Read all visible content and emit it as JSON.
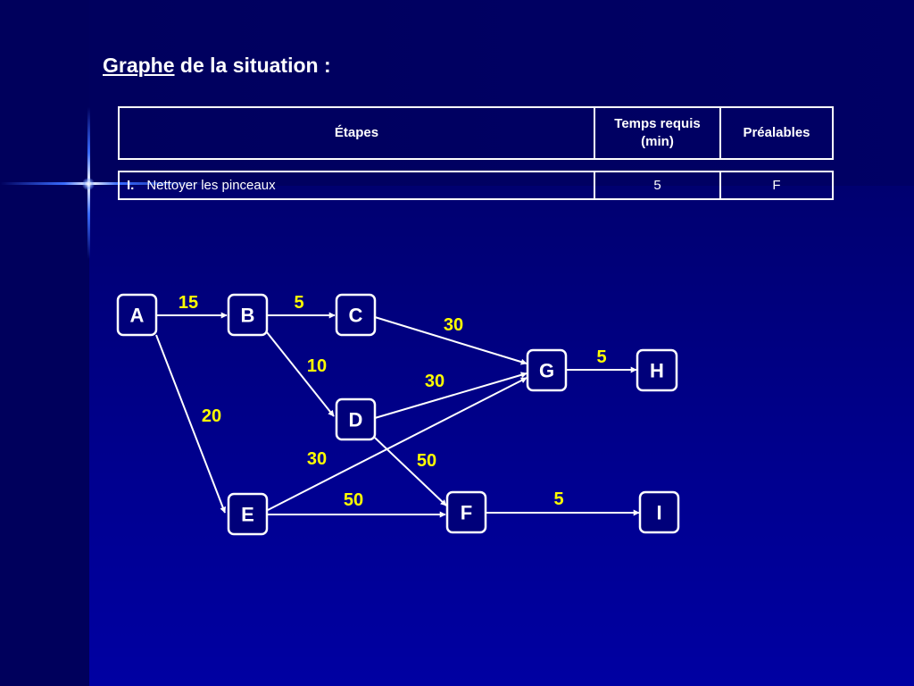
{
  "title": {
    "underlined": "Graphe",
    "rest": " de la situation :"
  },
  "table": {
    "headers": {
      "etapes": "Étapes",
      "temps_line1": "Temps requis",
      "temps_line2": "(min)",
      "prealables": "Préalables"
    },
    "row": {
      "number": "I.",
      "task": "Nettoyer les pinceaux",
      "temps": "5",
      "prealables": "F"
    }
  },
  "colors": {
    "background": "#00007a",
    "node_border": "#ffffff",
    "edge": "#ffffff",
    "edge_label": "#ffff00"
  },
  "graph": {
    "nodes": [
      {
        "id": "A",
        "label": "A"
      },
      {
        "id": "B",
        "label": "B"
      },
      {
        "id": "C",
        "label": "C"
      },
      {
        "id": "D",
        "label": "D"
      },
      {
        "id": "E",
        "label": "E"
      },
      {
        "id": "F",
        "label": "F"
      },
      {
        "id": "G",
        "label": "G"
      },
      {
        "id": "H",
        "label": "H"
      },
      {
        "id": "I",
        "label": "I"
      }
    ],
    "edges": [
      {
        "from": "A",
        "to": "B",
        "weight": "15"
      },
      {
        "from": "A",
        "to": "E",
        "weight": "20"
      },
      {
        "from": "B",
        "to": "C",
        "weight": "5"
      },
      {
        "from": "B",
        "to": "D",
        "weight": "10"
      },
      {
        "from": "C",
        "to": "G",
        "weight": "30"
      },
      {
        "from": "D",
        "to": "G",
        "weight": "30"
      },
      {
        "from": "D",
        "to": "F",
        "weight": "50"
      },
      {
        "from": "E",
        "to": "G",
        "weight": "30"
      },
      {
        "from": "E",
        "to": "F",
        "weight": "50"
      },
      {
        "from": "G",
        "to": "H",
        "weight": "5"
      },
      {
        "from": "F",
        "to": "I",
        "weight": "5"
      }
    ]
  }
}
